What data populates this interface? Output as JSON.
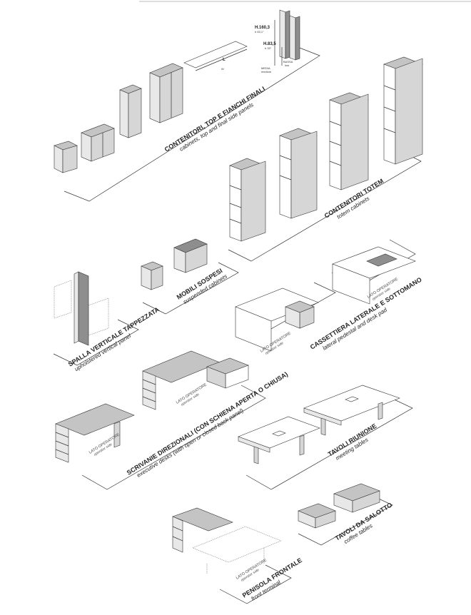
{
  "groups": [
    {
      "key": "contenitori",
      "title": "CONTENITORI, TOP E FIANCHI FINALI",
      "subtitle": "cabinets, top and final side panels"
    },
    {
      "key": "totem",
      "title": "CONTENITORI TOTEM",
      "subtitle": "totem cabinets"
    },
    {
      "key": "sospesi",
      "title": "MOBILI SOSPESI",
      "subtitle": "suspended cabinets"
    },
    {
      "key": "spalla",
      "title": "SPALLA VERTICALE TAPPEZZATA",
      "subtitle": "upholstered vertical panel"
    },
    {
      "key": "cassettiera",
      "title": "CASSETTIERA LATERALE E SOTTOMANO",
      "subtitle": "lateral pedestal and desk pad"
    },
    {
      "key": "scrivanie",
      "title": "SCRIVANIE DIREZIONALI (CON SCHIENA APERTA O CHIUSA)",
      "subtitle": "executive desks (with open or closed back panel)"
    },
    {
      "key": "riunione",
      "title": "TAVOLI RIUNIONE",
      "subtitle": "meeting tables"
    },
    {
      "key": "salotto",
      "title": "TAVOLI DA SALOTTO",
      "subtitle": "coffee tables"
    },
    {
      "key": "penisola",
      "title": "PENISOLA FRONTALE",
      "subtitle": "front terminal"
    }
  ],
  "operator": {
    "label": "LATO OPERATORE",
    "sub": "operator side"
  },
  "dimensions": {
    "h_high": "H.160,3",
    "h_high_in": "h 63,1\"",
    "h_low": "H.83,5",
    "h_low_in": "h 33\"",
    "medium": "MEDIA",
    "medium_en": "medium",
    "low": "BASSA",
    "low_en": "low",
    "length": "L",
    "width": "W"
  }
}
